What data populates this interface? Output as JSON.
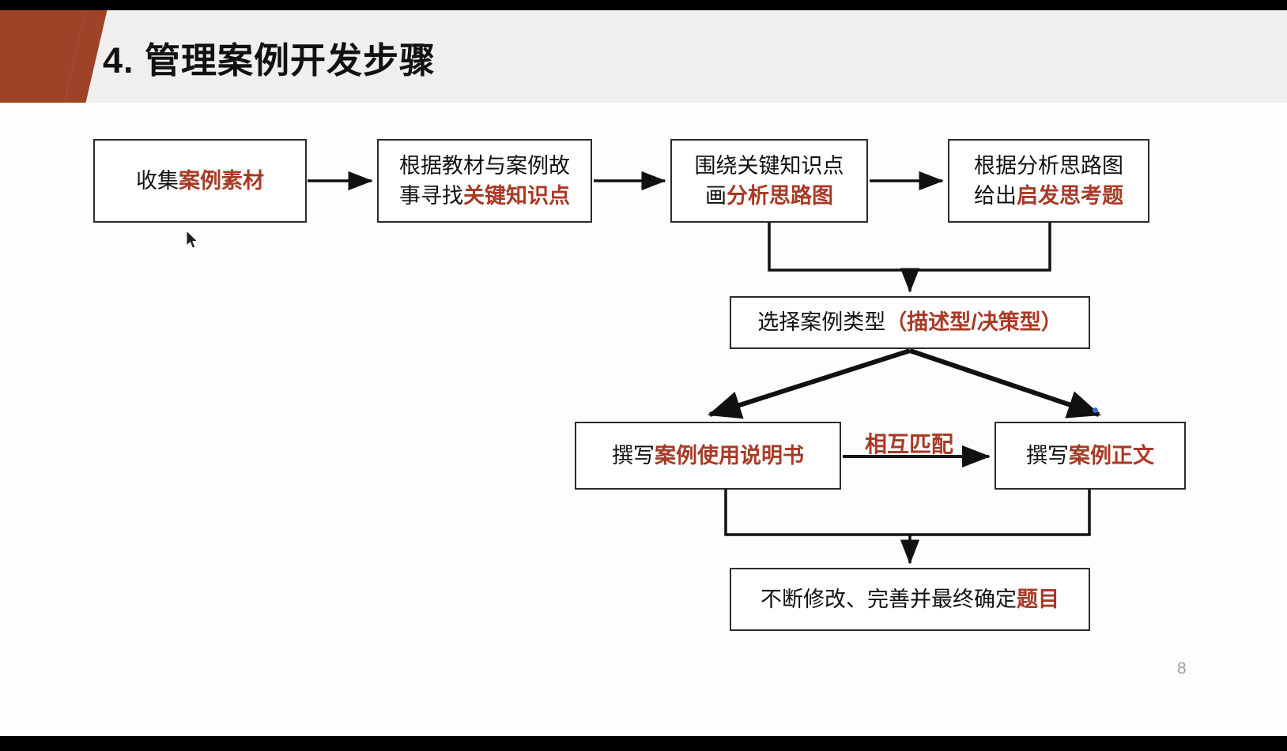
{
  "slide": {
    "title": "4. 管理案例开发步骤",
    "page_number": "8",
    "accent_color": "#9e4228",
    "highlight_color": "#a83a26",
    "header_background": "#f0efed",
    "box_border_color": "#2b2b2b"
  },
  "flow": {
    "boxes": [
      {
        "id": "collect-material",
        "lines": [
          [
            {
              "text": "收集",
              "style": "plain"
            },
            {
              "text": "案例素材",
              "style": "highlight"
            }
          ]
        ]
      },
      {
        "id": "find-key-points",
        "lines": [
          [
            {
              "text": "根据教材与案例故",
              "style": "plain"
            }
          ],
          [
            {
              "text": "事寻找",
              "style": "plain"
            },
            {
              "text": "关键知识点",
              "style": "highlight"
            }
          ]
        ]
      },
      {
        "id": "draw-analysis-map",
        "lines": [
          [
            {
              "text": "围绕关键知识点",
              "style": "plain"
            }
          ],
          [
            {
              "text": "画",
              "style": "plain"
            },
            {
              "text": "分析思路图",
              "style": "highlight"
            }
          ]
        ]
      },
      {
        "id": "give-questions",
        "lines": [
          [
            {
              "text": "根据分析思路图",
              "style": "plain"
            }
          ],
          [
            {
              "text": "给出",
              "style": "plain"
            },
            {
              "text": "启发思考题",
              "style": "highlight"
            }
          ]
        ]
      },
      {
        "id": "choose-case-type",
        "lines": [
          [
            {
              "text": "选择案例类型",
              "style": "plain"
            },
            {
              "text": "（描述型/决策型）",
              "style": "highlight"
            }
          ]
        ]
      },
      {
        "id": "write-manual",
        "lines": [
          [
            {
              "text": "撰写",
              "style": "plain"
            },
            {
              "text": "案例使用说明书",
              "style": "highlight"
            }
          ]
        ]
      },
      {
        "id": "write-main-text",
        "lines": [
          [
            {
              "text": "撰写",
              "style": "plain"
            },
            {
              "text": "案例正文",
              "style": "highlight"
            }
          ]
        ]
      },
      {
        "id": "finalize-topic",
        "lines": [
          [
            {
              "text": "不断修改、完善并最终确定",
              "style": "plain"
            },
            {
              "text": "题目",
              "style": "highlight"
            }
          ]
        ]
      }
    ],
    "edge_label_match": "相互匹配"
  }
}
